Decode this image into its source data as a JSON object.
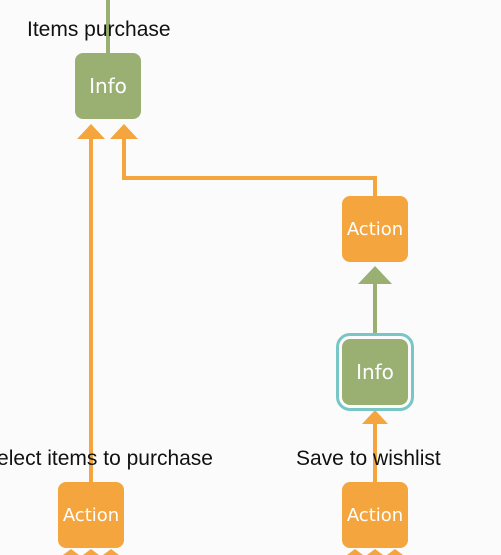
{
  "colors": {
    "info": "#9aaf72",
    "action": "#f4a53d",
    "selection_ring": "#78c6c6",
    "info_edge": "#9aaf72",
    "action_edge": "#f4a53d"
  },
  "labels": {
    "top_goal": "Items purchase",
    "left_goal": "Select items to purchase",
    "right_goal": "Save to wishlist"
  },
  "nodes": {
    "info_top": "Info",
    "action_mid_right": "Action",
    "info_selected": "Info",
    "action_bottom_left": "Action",
    "action_bottom_right": "Action"
  }
}
